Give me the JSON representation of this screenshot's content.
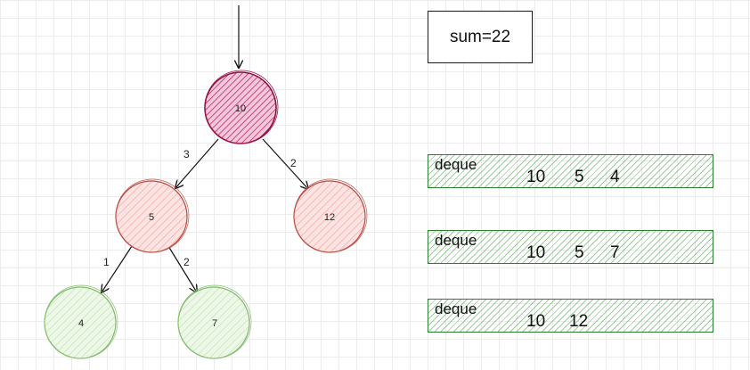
{
  "sum": {
    "label": "sum=22"
  },
  "tree": {
    "root": "10",
    "left": "5",
    "right": "12",
    "left_left": "4",
    "left_right": "7"
  },
  "edges": {
    "root_left": "3",
    "root_right": "2",
    "left_left": "1",
    "left_right": "2"
  },
  "deques": [
    {
      "label": "deque",
      "values": [
        "10",
        "5",
        "4"
      ]
    },
    {
      "label": "deque",
      "values": [
        "10",
        "5",
        "7"
      ]
    },
    {
      "label": "deque",
      "values": [
        "10",
        "12"
      ]
    }
  ],
  "colors": {
    "root_fill": "#b01560",
    "root_stroke": "#8c1043",
    "red_fill": "#f1a8a3",
    "red_stroke": "#b5463e",
    "green_fill": "#c3e3b4",
    "green_stroke": "#7fb96a",
    "deque_stroke": "#2f7d32",
    "deque_hatch": "#4ca04c"
  }
}
